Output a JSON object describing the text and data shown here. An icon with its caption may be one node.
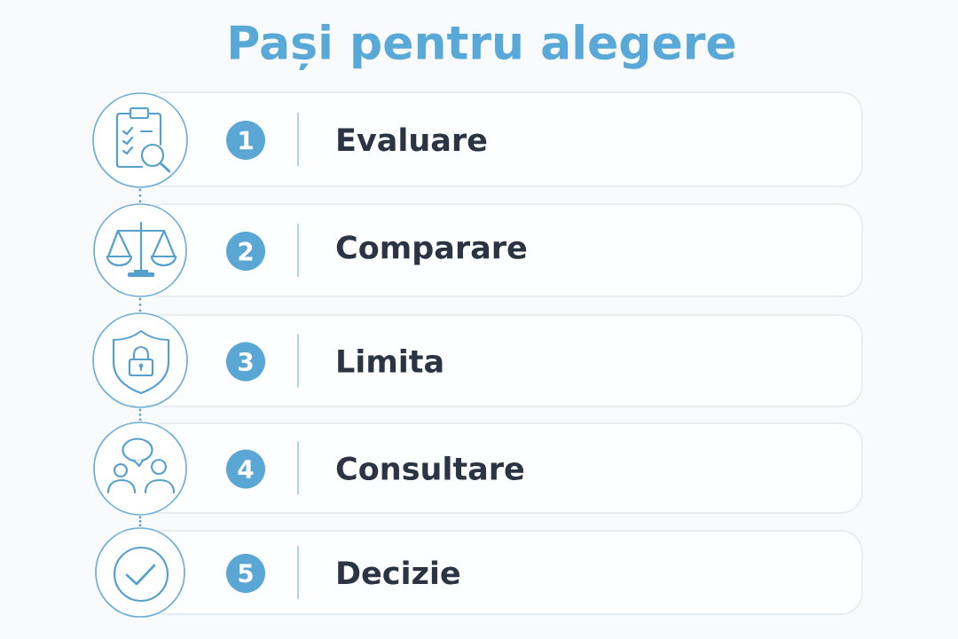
{
  "diagram": {
    "title": "Pași pentru alegere",
    "nodes": [
      {
        "text": [],
        "shape": "circle"
      },
      {
        "text": [
          "Evaluare"
        ]
      },
      {
        "text": [
          "1"
        ],
        "in": 1
      },
      {
        "text": [],
        "shape": "circle"
      },
      {
        "text": [
          "Comparare"
        ]
      },
      {
        "text": [
          "2"
        ],
        "in": 4
      },
      {
        "text": [],
        "shape": "circle"
      },
      {
        "text": [
          "Limita"
        ]
      },
      {
        "text": [
          "3"
        ],
        "in": 7
      },
      {
        "text": [],
        "shape": "circle"
      },
      {
        "text": [
          "Consultare"
        ]
      },
      {
        "text": [
          "4"
        ],
        "in": 10
      },
      {
        "text": [],
        "shape": "circle"
      },
      {
        "text": [
          "Decizie"
        ]
      },
      {
        "text": [
          "5"
        ],
        "in": 13
      }
    ],
    "edges": [
      {
        "from": 0,
        "to": 3,
        "arrow": "none"
      },
      {
        "from": 3,
        "to": 6,
        "arrow": "none"
      },
      {
        "from": 6,
        "to": 9,
        "arrow": "none"
      },
      {
        "from": 9,
        "to": 12,
        "arrow": "none"
      }
    ]
  }
}
